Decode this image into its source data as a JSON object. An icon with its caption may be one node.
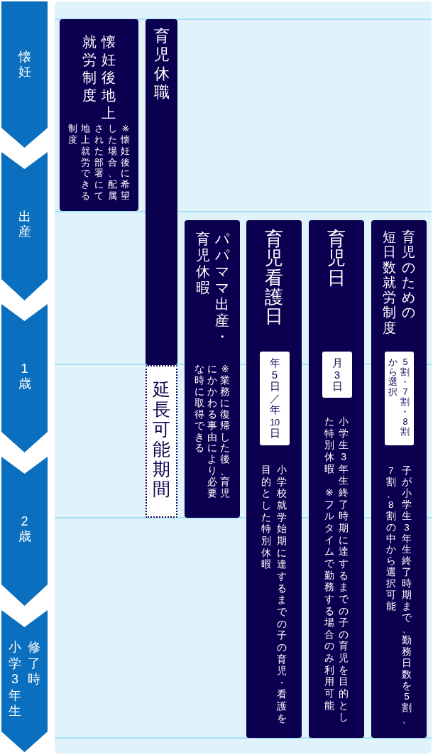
{
  "diagram": {
    "nodes": [
      {
        "text": [
          "懐妊"
        ]
      },
      {
        "text": [
          "出産"
        ]
      },
      {
        "text": [
          "1歳"
        ]
      },
      {
        "text": [
          "2歳"
        ]
      },
      {
        "text": [
          "小学3年生修了時"
        ]
      },
      {
        "text": [
          "懐妊後地上就労制度",
          "※懐妊後に希望した場合、配属された部署にて地上就労できる制度"
        ]
      },
      {
        "text": [
          "育児休職"
        ]
      },
      {
        "text": [
          "延長可能期間"
        ]
      },
      {
        "text": [
          "パパママ出産・育児休暇",
          "※業務に復帰した後、育児にかかわる事由により必要な時に取得できる"
        ]
      },
      {
        "text": [
          "育児看護日",
          "小学校就学始期に達するまでの子の育児・看護を目的とした特別休暇"
        ]
      },
      {
        "text": [
          "年5日／年10日"
        ],
        "in": 9
      },
      {
        "text": [
          "育児日",
          "小学生3年生終了時期に達するまでの子の育児を目的とした特別休暇 ※フルタイムで勤務する場合のみ利用可能"
        ]
      },
      {
        "text": [
          "月3日"
        ],
        "in": 11
      },
      {
        "text": [
          "育児のための短日数就労制度",
          "子が小学生3年生終了時期まで、勤務日数を5割、7割、8割の中から選択可能"
        ]
      },
      {
        "text": [
          "5割・7割・8割から選択"
        ],
        "in": 13
      }
    ]
  }
}
